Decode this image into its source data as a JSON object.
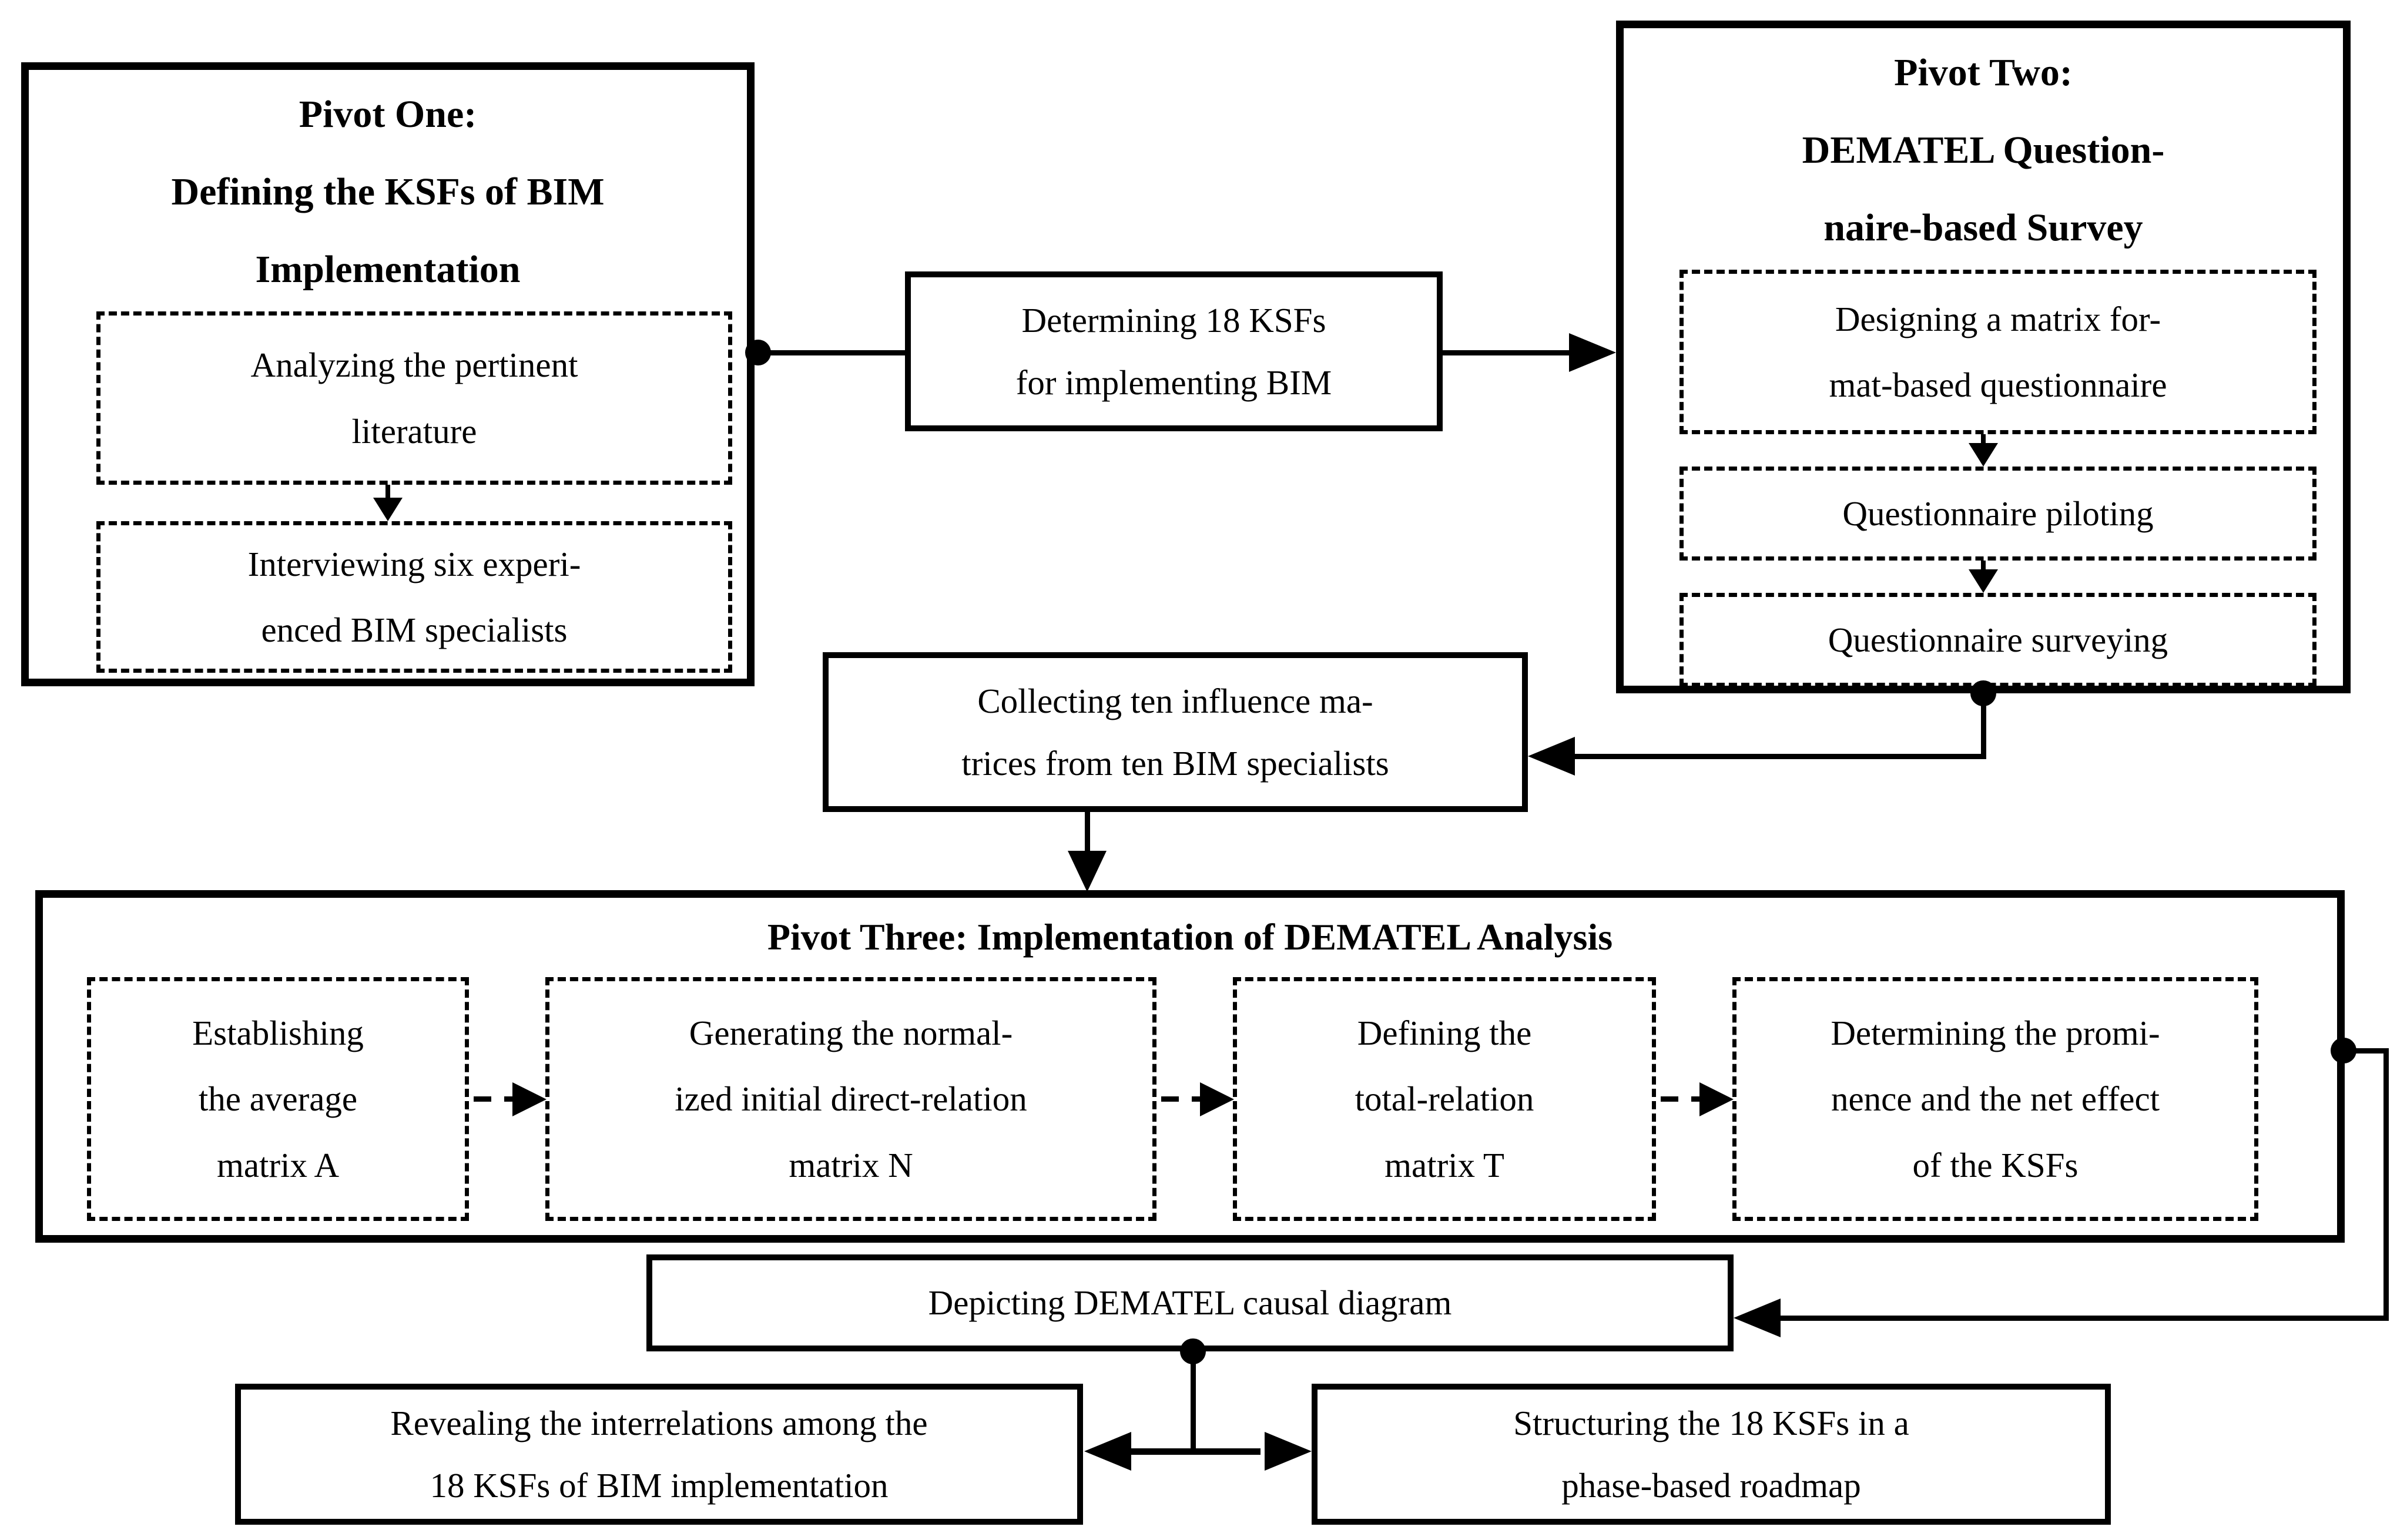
{
  "colors": {
    "stroke": "#000000",
    "background": "#ffffff"
  },
  "boxes": {
    "pivot_one": {
      "title": [
        "Pivot One:",
        "Defining the KSFs of BIM",
        "Implementation"
      ],
      "step1": [
        "Analyzing the pertinent",
        "literature"
      ],
      "step2": [
        "Interviewing six experi-",
        "enced BIM specialists"
      ]
    },
    "determining": {
      "lines": [
        "Determining 18 KSFs",
        "for implementing BIM"
      ]
    },
    "pivot_two": {
      "title": [
        "Pivot Two:",
        "DEMATEL Question-",
        "naire-based Survey"
      ],
      "step1": [
        "Designing a matrix for-",
        "mat-based questionnaire"
      ],
      "step2": [
        "Questionnaire piloting"
      ],
      "step3": [
        "Questionnaire surveying"
      ]
    },
    "collecting": {
      "lines": [
        "Collecting ten influence ma-",
        "trices from ten BIM specialists"
      ]
    },
    "pivot_three": {
      "title": "Pivot Three: Implementation of DEMATEL Analysis",
      "step1": [
        "Establishing",
        "the average",
        "matrix A"
      ],
      "step2": [
        "Generating the normal-",
        "ized initial direct-relation",
        "matrix N"
      ],
      "step3": [
        "Defining the",
        "total-relation",
        "matrix T"
      ],
      "step4": [
        "Determining the promi-",
        "nence and the net effect",
        "of the KSFs"
      ]
    },
    "depicting": {
      "lines": [
        "Depicting DEMATEL causal diagram"
      ]
    },
    "revealing": {
      "lines": [
        "Revealing the interrelations among the",
        "18 KSFs of BIM implementation"
      ]
    },
    "structuring": {
      "lines": [
        "Structuring the 18 KSFs in a",
        "phase-based roadmap"
      ]
    }
  }
}
